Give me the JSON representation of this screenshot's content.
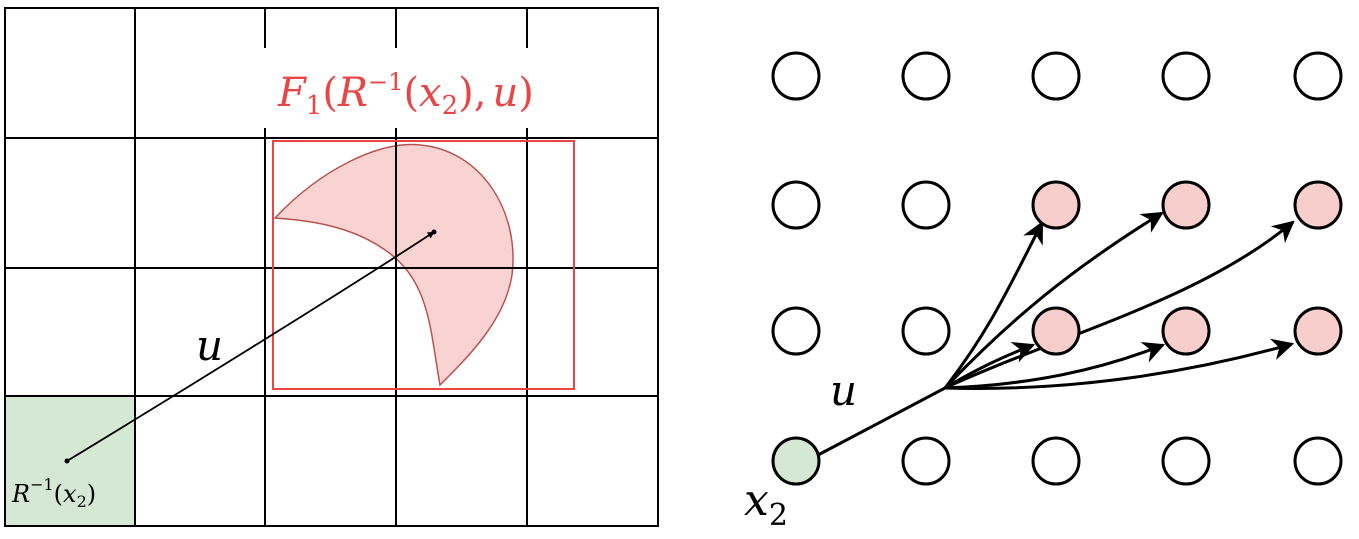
{
  "left_panel": {
    "reach_set_label": {
      "F": "F",
      "sub1": "1",
      "open": "(",
      "R": "R",
      "sup": "−1",
      "open2": "(",
      "x": "x",
      "sub2": "2",
      "close": "),",
      "u": "u",
      "close2": ")"
    },
    "control_label": "u",
    "start_label": {
      "R": "R",
      "sup": "−1",
      "open": "(",
      "x": "x",
      "sub": "2",
      "close": ")"
    }
  },
  "right_panel": {
    "control_label": "u",
    "start_label": {
      "x": "x",
      "sub": "2"
    }
  },
  "colors": {
    "grid_line": "#000000",
    "start_cell_fill": "#d5e8d4",
    "reach_fill": "#f8cecc",
    "reach_stroke": "#b85450",
    "box_stroke": "#ea4444",
    "label_red": "#e84646",
    "node_stroke": "#000000",
    "node_fill": "#ffffff"
  }
}
